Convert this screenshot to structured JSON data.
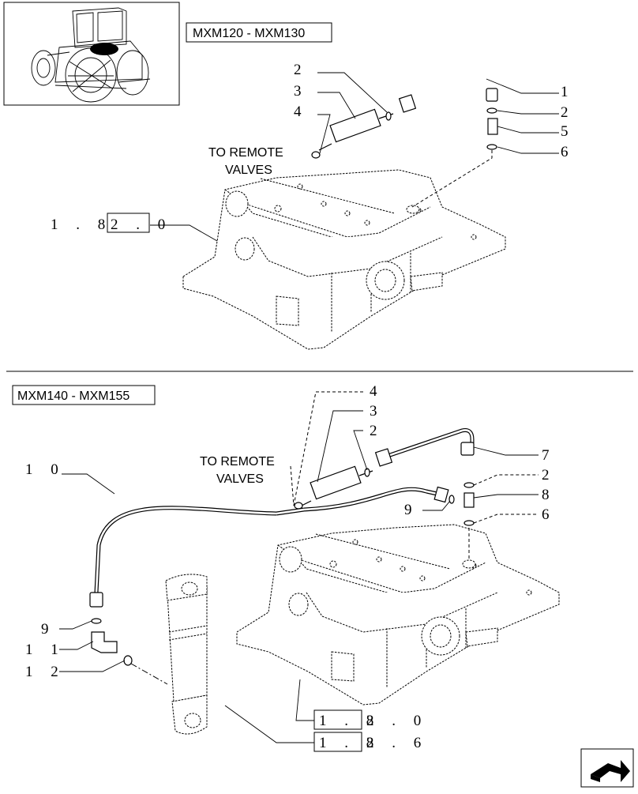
{
  "top_section": {
    "model_label": "MXM120 - MXM130",
    "destination_line1": "TO REMOTE",
    "destination_line2": "VALVES",
    "ref_prefix": "1 . 8",
    "ref_suffix": "2 . 0",
    "callouts": {
      "c1": "1",
      "c2_left": "2",
      "c3": "3",
      "c4": "4",
      "c2_right": "2",
      "c5": "5",
      "c6": "6"
    }
  },
  "bottom_section": {
    "model_label": "MXM140 - MXM155",
    "destination_line1": "TO REMOTE",
    "destination_line2": "VALVES",
    "ref1_prefix": "1 . 8",
    "ref1_suffix": "2 . 0",
    "ref2_prefix": "1 . 8",
    "ref2_suffix": "2 . 6",
    "callouts": {
      "c4": "4",
      "c3": "3",
      "c2_upper": "2",
      "c7": "7",
      "c2_right": "2",
      "c8": "8",
      "c6": "6",
      "c9_mid": "9",
      "c10": "1 0",
      "c9_left": "9",
      "c11": "1 1",
      "c12": "1 2"
    }
  },
  "icons": {
    "thumbnail": "tractor-thumbnail-icon",
    "navigation": "next-page-arrow-icon"
  }
}
